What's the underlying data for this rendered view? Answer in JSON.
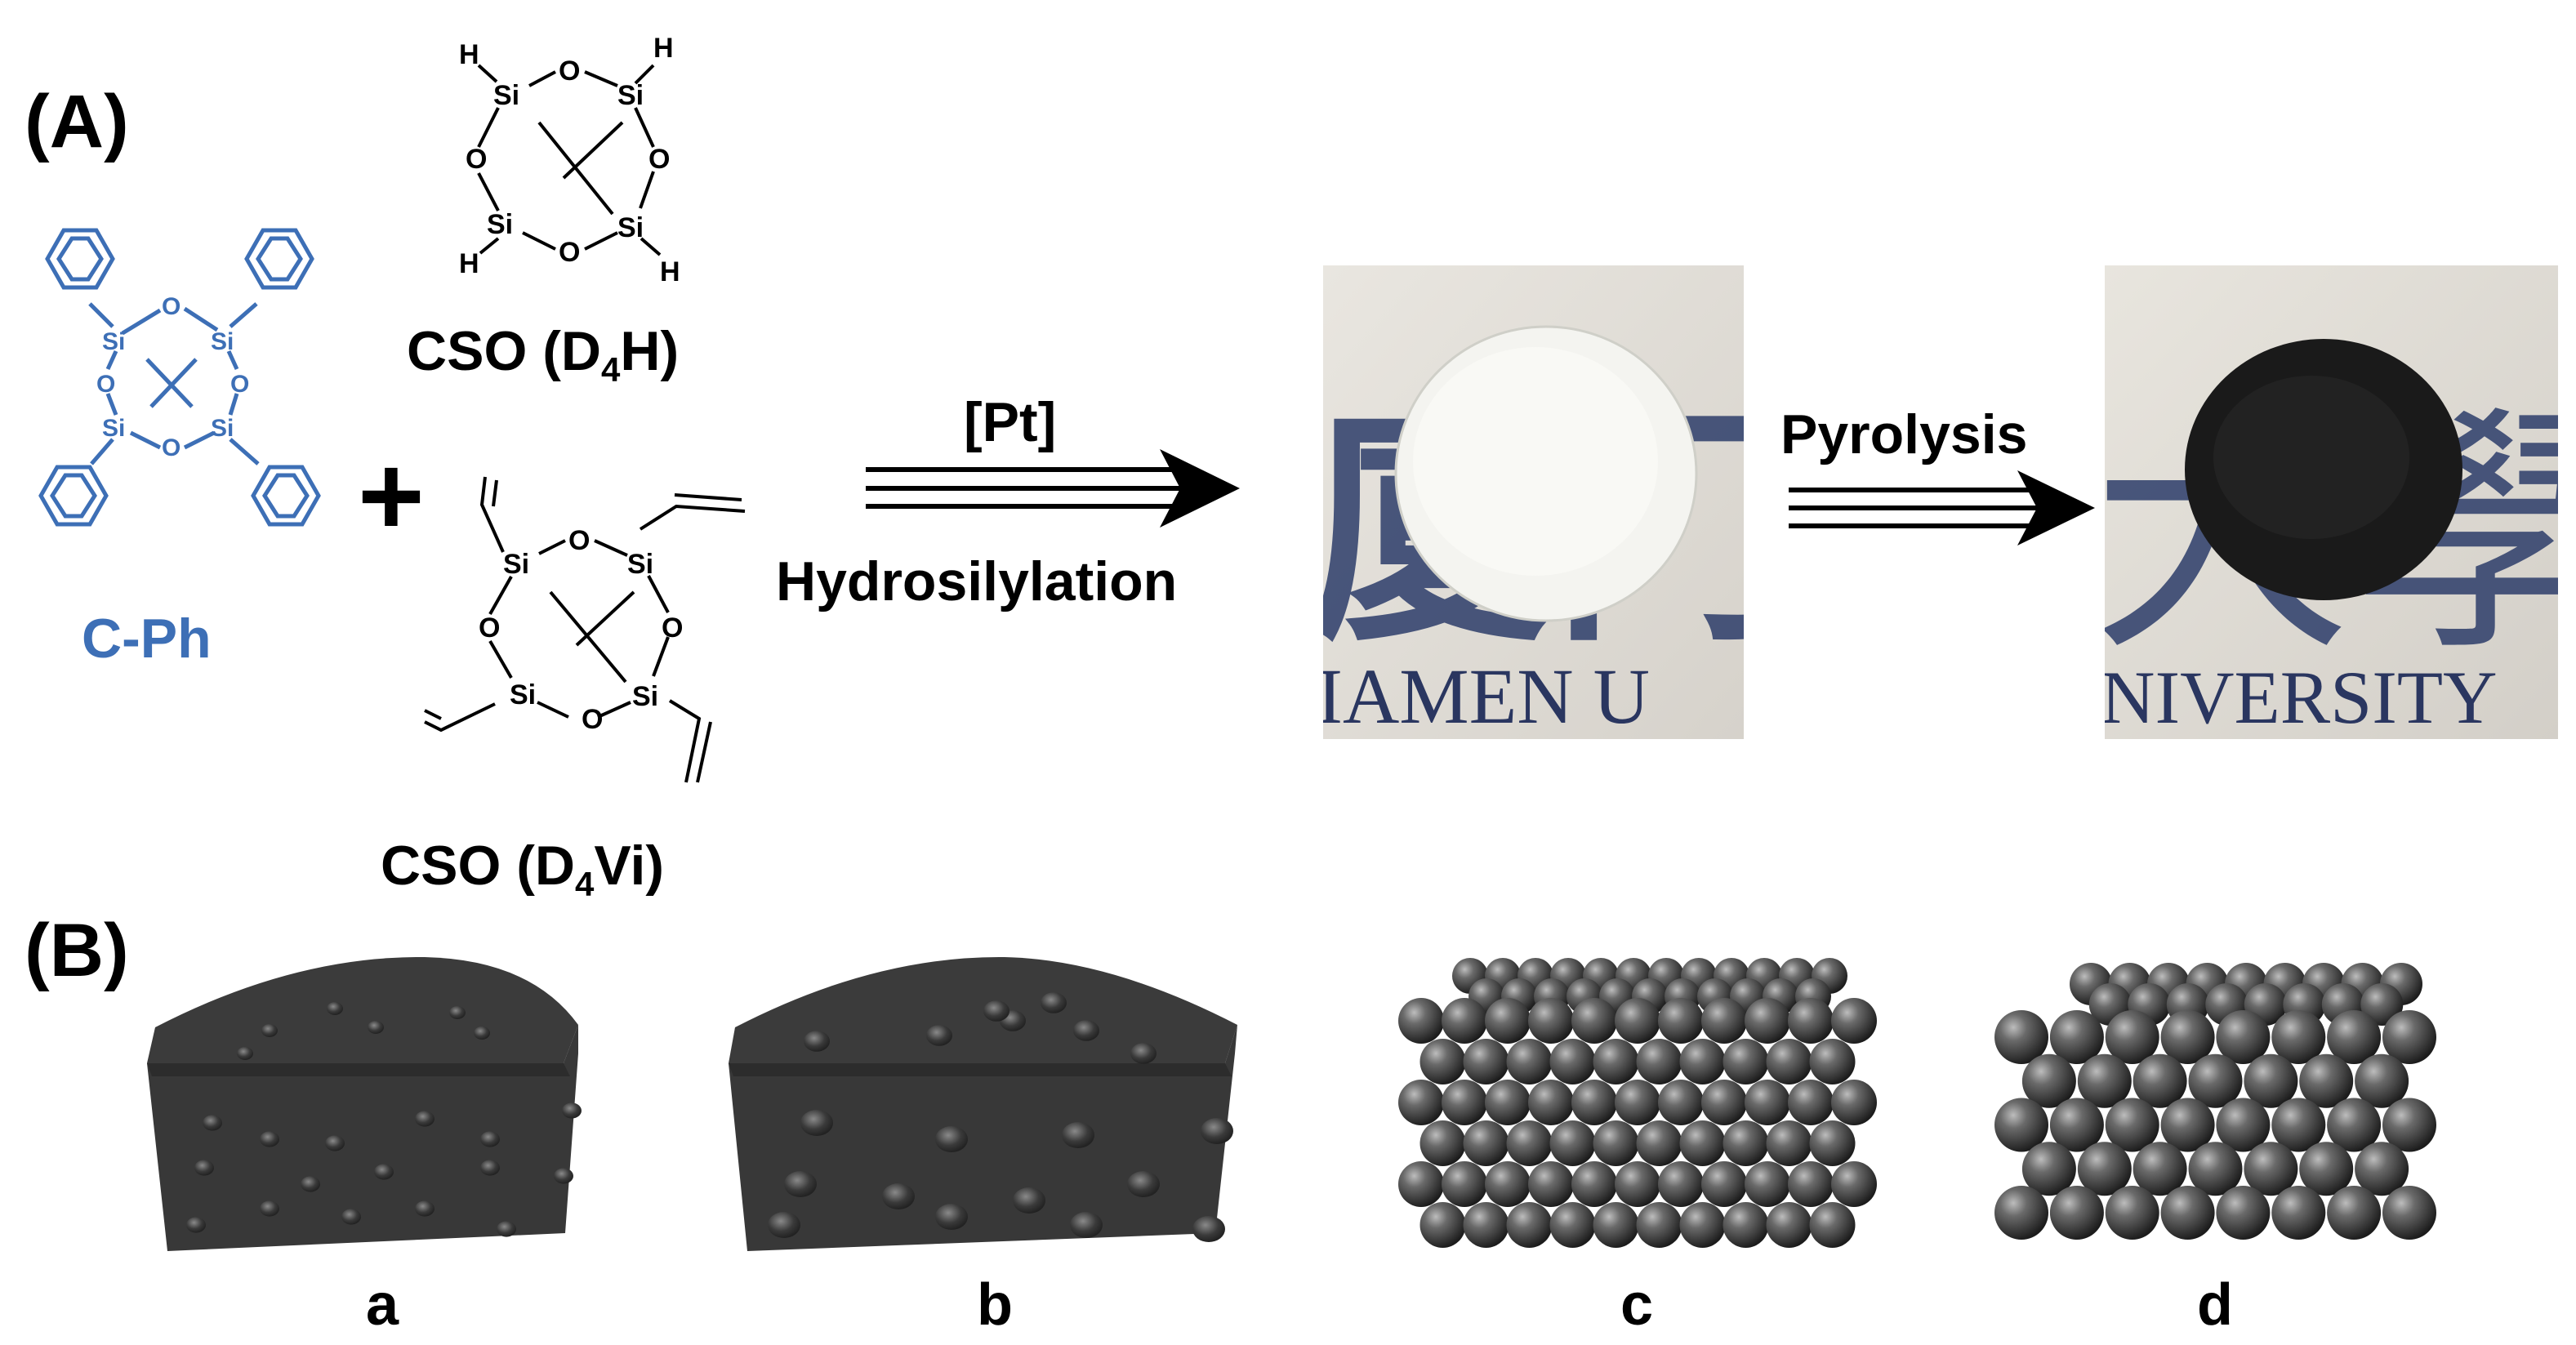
{
  "panel_a": {
    "label": "(A)",
    "reactants": {
      "c_ph": {
        "name": "C-Ph",
        "color": "#3d6fb6",
        "atom_si": "Si",
        "atom_o": "O"
      },
      "d4h": {
        "name_prefix": "CSO (D",
        "sub": "4",
        "name_suffix": "H)",
        "atom_si": "Si",
        "atom_o": "O",
        "atom_h": "H"
      },
      "d4vi": {
        "name_prefix": "CSO (D",
        "sub": "4",
        "name_suffix": "Vi)",
        "atom_si": "Si",
        "atom_o": "O"
      },
      "plus": "+"
    },
    "step1": {
      "catalyst": "[Pt]",
      "process": "Hydrosilylation"
    },
    "photo1": {
      "caption": "IAMEN U",
      "watermark": "厦门",
      "disk_color": "#f4f4f0"
    },
    "step2": {
      "process": "Pyrolysis"
    },
    "photo2": {
      "caption": "NIVERSITY",
      "watermark": "大學",
      "disk_color": "#1a1a1a"
    }
  },
  "panel_b": {
    "label": "(B)",
    "models": [
      {
        "id": "a",
        "label": "a",
        "kind": "porous-block"
      },
      {
        "id": "b",
        "label": "b",
        "kind": "porous-block-large"
      },
      {
        "id": "c",
        "label": "c",
        "kind": "sphere-packing"
      },
      {
        "id": "d",
        "label": "d",
        "kind": "sphere-packing-large"
      }
    ]
  },
  "colors": {
    "black": "#000000",
    "blue": "#3d6fb6",
    "block": "#3d3d3d",
    "sphere": "#4a4a4a"
  }
}
